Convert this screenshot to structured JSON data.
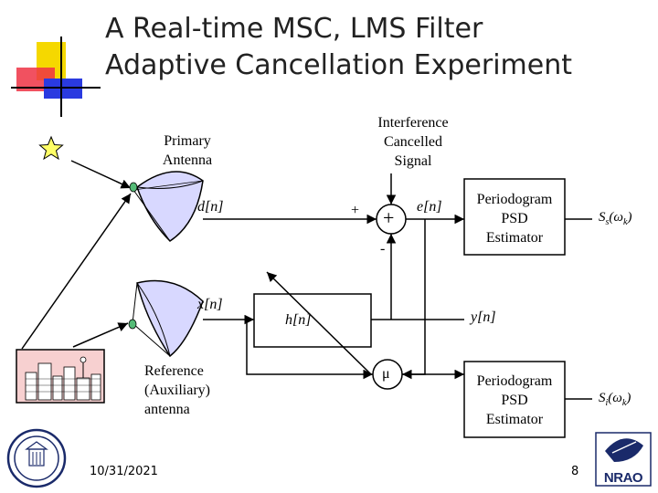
{
  "slide": {
    "title_line1": "A Real-time MSC, LMS Filter",
    "title_line2": "Adaptive Cancellation Experiment",
    "date": "10/31/2021",
    "page_number": "8"
  },
  "diagram": {
    "primary_antenna": [
      "Primary",
      "Antenna"
    ],
    "reference_antenna": [
      "Reference",
      "(Auxiliary)",
      "antenna"
    ],
    "interference_cancelled": [
      "Interference",
      "Cancelled",
      "Signal"
    ],
    "d_signal": "d[n]",
    "x_signal": "x[n]",
    "e_signal": "e[n]",
    "y_signal": "y[n]",
    "filter": "h[n]",
    "sum_symbol": "+",
    "plus_input": "+",
    "minus_input": "-",
    "mu": "μ",
    "estimator_top": [
      "Periodogram",
      "PSD",
      "Estimator"
    ],
    "estimator_bottom": [
      "Periodogram",
      "PSD",
      "Estimator"
    ],
    "output_top": {
      "base": "S",
      "sub": "s",
      "arg": "(ω",
      "arg_sub": "k",
      "close": ")"
    },
    "output_bottom": {
      "base": "S",
      "sub": "i",
      "arg": "(ω",
      "arg_sub": "k",
      "close": ")"
    },
    "logo_text": "NRAO"
  },
  "colors": {
    "accent_yellow": "#f5d800",
    "accent_red": "#ee3344",
    "accent_blue": "#2a3ae0",
    "star_yellow": "#ffff66",
    "dish_blue": "#d8d8ff",
    "feed_green": "#55bb77",
    "logo_navy": "#1a2a6a"
  }
}
